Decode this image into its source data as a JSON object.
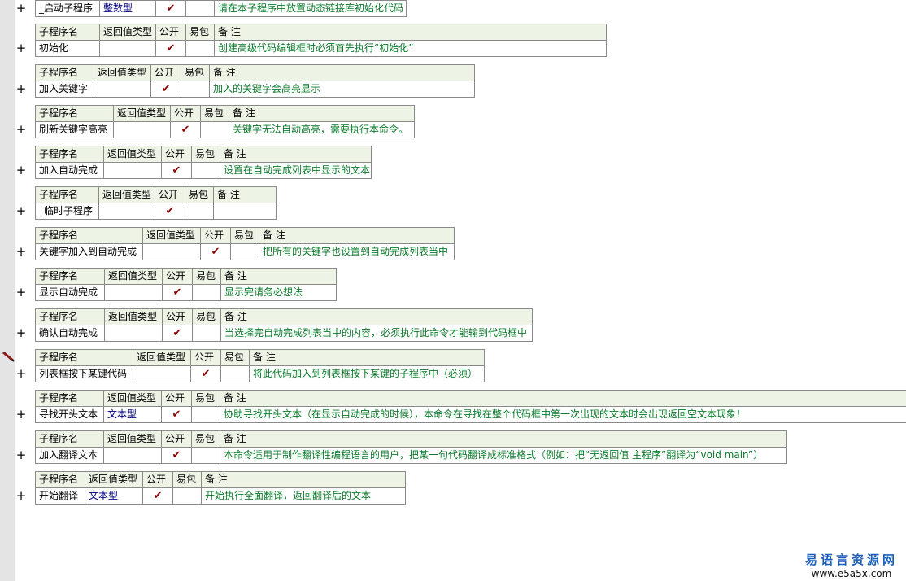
{
  "headers": {
    "name": "子程序名",
    "ret": "返回值类型",
    "pub": "公开",
    "easy": "易包",
    "remark": "备 注"
  },
  "check_glyph": "✔",
  "expand_glyph": "+",
  "procedures": [
    {
      "name": "_启动子程序",
      "ret": "整数型",
      "public": true,
      "remark": "请在本子程序中放置动态链接库初始化代码"
    },
    {
      "name": "初始化",
      "ret": "",
      "public": true,
      "remark": "创建高级代码编辑框时必须首先执行“初始化”"
    },
    {
      "name": "加入关键字",
      "ret": "",
      "public": true,
      "remark": "加入的关键字会高亮显示"
    },
    {
      "name": "刷新关键字高亮",
      "ret": "",
      "public": true,
      "remark": "关键字无法自动高亮，需要执行本命令。"
    },
    {
      "name": "加入自动完成",
      "ret": "",
      "public": true,
      "remark": "设置在自动完成列表中显示的文本"
    },
    {
      "name": "_临时子程序",
      "ret": "",
      "public": true,
      "remark": ""
    },
    {
      "name": "关键字加入到自动完成",
      "ret": "",
      "public": true,
      "remark": "把所有的关键字也设置到自动完成列表当中"
    },
    {
      "name": "显示自动完成",
      "ret": "",
      "public": true,
      "remark": "显示完请务必想法"
    },
    {
      "name": "确认自动完成",
      "ret": "",
      "public": true,
      "remark": "当选择完自动完成列表当中的内容，必须执行此命令才能输到代码框中"
    },
    {
      "name": "列表框按下某键代码",
      "ret": "",
      "public": true,
      "remark": "将此代码加入到列表框按下某键的子程序中（必须）"
    },
    {
      "name": "寻找开头文本",
      "ret": "文本型",
      "public": true,
      "remark": "协助寻找开头文本（在显示自动完成的时候），本命令在寻找在整个代码框中第一次出现的文本时会出现返回空文本现象！"
    },
    {
      "name": "加入翻译文本",
      "ret": "",
      "public": true,
      "remark": "本命令适用于制作翻译性编程语言的用户，把某一句代码翻译成标准格式（例如：把“无返回值 主程序”翻译为“void main”）"
    },
    {
      "name": "开始翻译",
      "ret": "文本型",
      "public": true,
      "remark": "开始执行全面翻译，返回翻译后的文本"
    }
  ],
  "watermark": {
    "line1": "易语言资源网",
    "line2": "www.e5a5x.com"
  },
  "icons": {
    "expand": "plus-icon",
    "edit_marker": "pencil-icon",
    "public_mark": "checkmark-icon"
  },
  "colors": {
    "header_bg": "#edf3e5",
    "remark_text": "#0a7a2a",
    "type_text": "#000080",
    "check": "#8a0000",
    "watermark": "#1b5fb8"
  }
}
